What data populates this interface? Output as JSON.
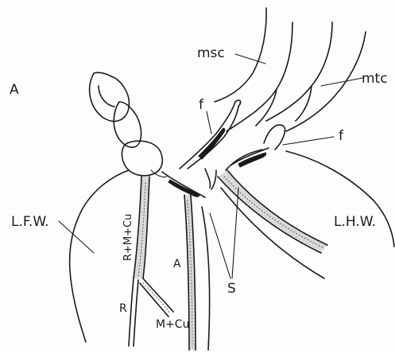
{
  "figure": {
    "panel_letter": "A",
    "labels": {
      "msc": "msc",
      "mtc": "mtc",
      "f_left": "f",
      "f_right": "f",
      "lfw": "L.F.W.",
      "lhw": "L.H.W.",
      "rmcu": "R+M+Cu",
      "r": "R",
      "mcu": "M+Cu",
      "a": "A",
      "s": "S"
    }
  }
}
